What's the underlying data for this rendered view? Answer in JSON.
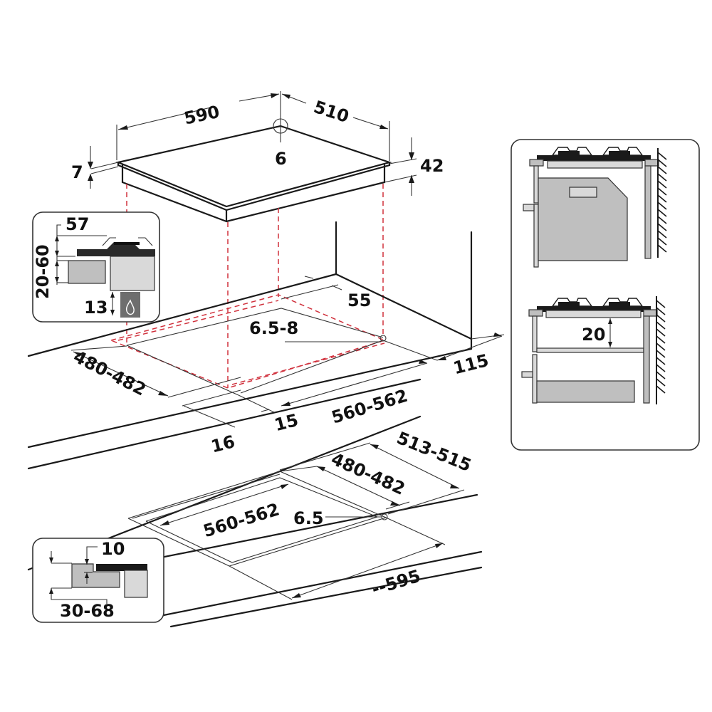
{
  "diagram": {
    "type": "hob_installation_dimensions",
    "units": "mm",
    "colors": {
      "line": "#1a1a1a",
      "projection_dash": "#d0303c",
      "panel_gray": "#bfbfbf",
      "light_gray": "#d9d9d9",
      "dark_gray": "#6e6e6e"
    },
    "hob": {
      "width": "590",
      "depth": "510",
      "corner_radius_marker": "6",
      "glass_thickness": "7",
      "total_height": "42"
    },
    "installation_inset_gas": {
      "burner_height": "57",
      "clearance_range": "20-60",
      "gas_connection": "13",
      "icon": "gas-flame-icon"
    },
    "cutout_standard": {
      "depth": "480-482",
      "width": "560-562",
      "rear_clearance": "55",
      "corner_radius": "6.5-8",
      "side_clearance": "115",
      "front_offset_a": "16",
      "front_offset_b": "15"
    },
    "cutout_flush": {
      "outer_depth": "513-515",
      "inner_depth": "480-482",
      "inner_width": "560-562",
      "corner_radius": "6.5",
      "outer_width": "--595"
    },
    "flush_inset": {
      "step": "10",
      "worktop_thickness": "30-68"
    },
    "side_panel": {
      "top_view": "hob_over_oven",
      "bottom_view_gap": "20"
    }
  }
}
